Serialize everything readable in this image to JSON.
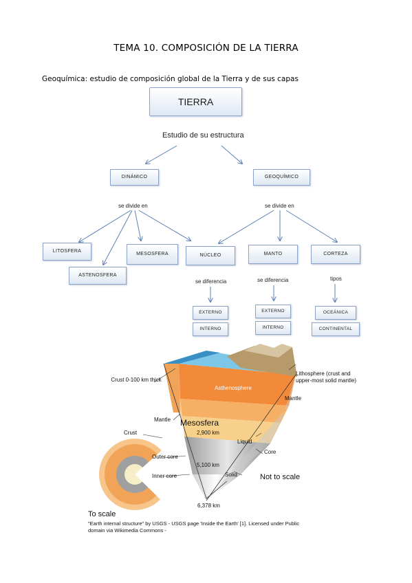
{
  "title": "TEMA 10. COMPOSICIÓN DE LA TIERRA",
  "subtitle": "Geoquímica: estudio de composición global de la Tierra y de sus capas",
  "concept_map": {
    "root": "TIERRA",
    "root_link": "Estudio de su estructura",
    "dinamico": {
      "label": "DINÁMICO",
      "link": "se divide en",
      "children": [
        "LITOSFERA",
        "ASTENOSFERA",
        "MESOSFERA",
        "NÚCLEO"
      ]
    },
    "geoquimico": {
      "label": "GEOQUÍMICO",
      "link": "se divide en",
      "children": [
        "NÚCLEO",
        "MANTO",
        "CORTEZA"
      ]
    },
    "nucleo": {
      "link": "se diferencia",
      "children": [
        "EXTERNO",
        "INTERNO"
      ]
    },
    "manto": {
      "link": "se diferencia",
      "children": [
        "EXTERNO",
        "INTERNO"
      ]
    },
    "corteza": {
      "link": "tipos",
      "children": [
        "OCEÁNICA",
        "CONTINENTAL"
      ]
    }
  },
  "earth_diagram": {
    "labels": {
      "crust_thick": "Crust 0-100 km thick",
      "lithosphere": "Lithosphere (crust and upper-most solid mantle)",
      "asthenosphere": "Asthenosphere",
      "mantle_right": "Mantle",
      "mesosfera": "Mesosfera",
      "mantle_left": "Mantle",
      "crust": "Crust",
      "depth_2900": "2,900 km",
      "liquid": "Liquid",
      "core": "Core",
      "outer_core": "Outer core",
      "depth_5100": "5,100 km",
      "inner_core": "Inner core",
      "solid": "Solid",
      "not_to_scale": "Not to scale",
      "depth_6378": "6,378 km",
      "to_scale": "To scale"
    },
    "credit_line1": "\"Earth internal structure\" by USGS - USGS page 'Inside the Earth' [1]. Licensed under Public",
    "credit_line2": "domain via Wikimedia Commons -"
  }
}
